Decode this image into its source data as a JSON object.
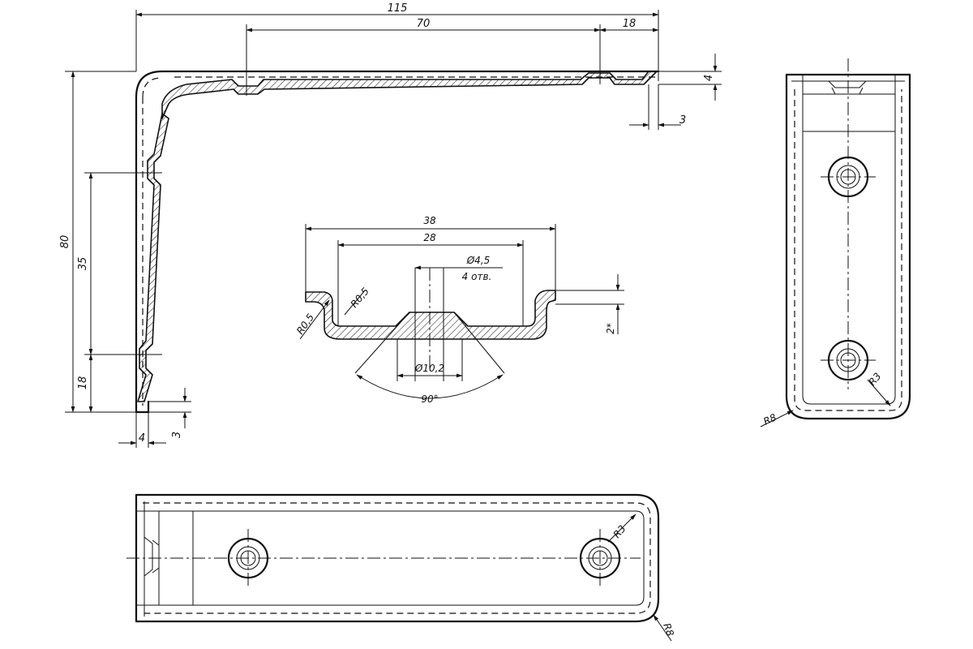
{
  "dimensions": {
    "length_total": "115",
    "length_70": "70",
    "length_18_top": "18",
    "height_total": "80",
    "height_35": "35",
    "height_18": "18",
    "side_4": "4",
    "side_3": "3",
    "bottom_4": "4",
    "bottom_3": "3"
  },
  "section": {
    "width_38": "38",
    "width_28": "28",
    "hole_diameter": "Ø4,5",
    "hole_count": "4 отв.",
    "radius_left": "R0,5",
    "radius_inner": "R0,5",
    "countersink_diameter": "Ø10,2",
    "angle": "90°",
    "thickness": "2*"
  },
  "side_view": {
    "radius_inner": "R3",
    "radius_outer": "R8"
  },
  "bottom_view": {
    "radius_inner": "R3",
    "radius_outer": "R8"
  }
}
